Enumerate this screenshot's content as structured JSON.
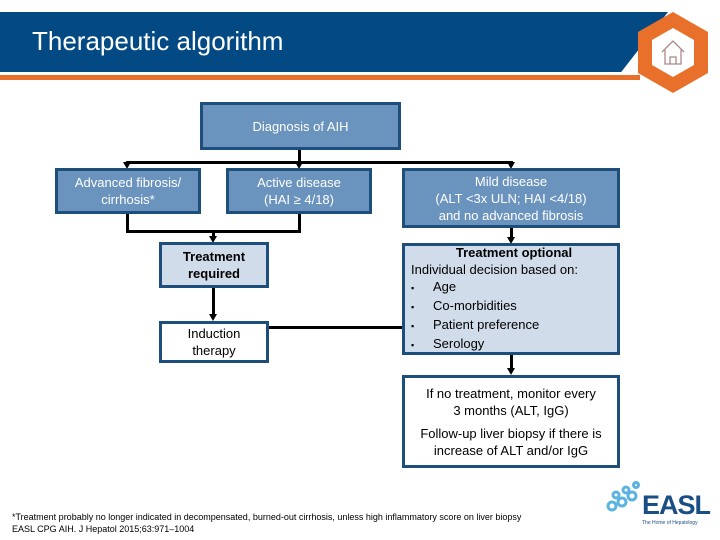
{
  "header": {
    "title": "Therapeutic algorithm",
    "home_icon": "home-icon",
    "banner_color": "#034a85",
    "accent_color": "#e8702a"
  },
  "flow": {
    "diagnosis": "Diagnosis of AIH",
    "advanced": [
      "Advanced fibrosis/",
      "cirrhosis*"
    ],
    "active": [
      "Active disease",
      "(HAI ≥ 4/18)"
    ],
    "mild": [
      "Mild disease",
      "(ALT <3x ULN; HAI <4/18)",
      "and no advanced fibrosis"
    ],
    "treatment_required": [
      "Treatment",
      "required"
    ],
    "induction": [
      "Induction",
      "therapy"
    ],
    "optional": {
      "title": "Treatment optional",
      "subtitle": "Individual decision based on:",
      "items": [
        "Age",
        "Co-morbidities",
        "Patient preference",
        "Serology"
      ]
    },
    "monitor": [
      "If no treatment, monitor every",
      "3 months (ALT, IgG)"
    ],
    "biopsy": [
      "Follow-up liver biopsy if there is",
      "increase of ALT and/or IgG"
    ]
  },
  "footer": {
    "note": "*Treatment probably no longer indicated in decompensated, burned-out cirrhosis, unless high inflammatory score on liver biopsy",
    "citation": "EASL CPG AIH. J Hepatol 2015;63:971–1004"
  },
  "logo": {
    "text": "EASL",
    "tagline": "The Home of Hepatology"
  }
}
